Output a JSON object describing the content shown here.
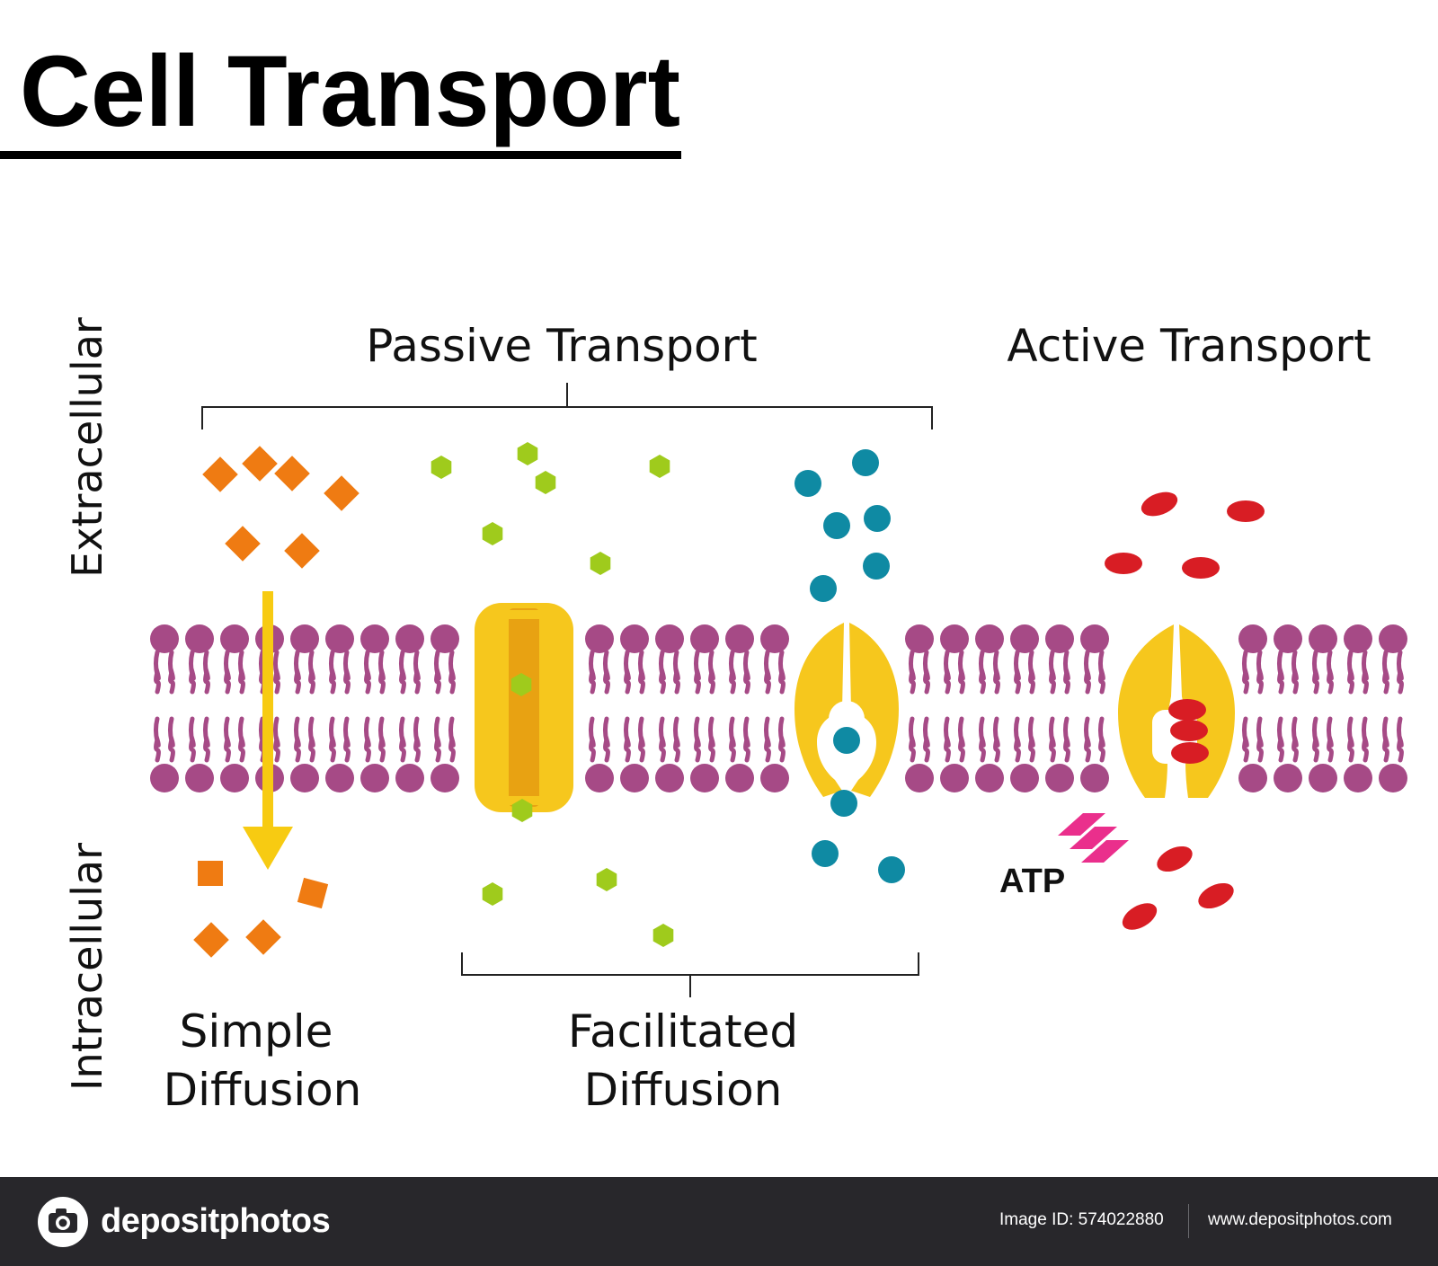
{
  "title": "Cell Transport",
  "side_labels": {
    "top": "Extracellular",
    "bottom": "Intracellular"
  },
  "groups": {
    "passive": "Passive Transport",
    "active": "Active Transport"
  },
  "mechanisms": {
    "simple_line1": "Simple",
    "simple_line2": "Diffusion",
    "facilitated_line1": "Facilitated",
    "facilitated_line2": "Diffusion"
  },
  "atp_label": "ATP",
  "colors": {
    "lipid": "#a64a86",
    "protein": "#f6c71d",
    "protein_dark": "#e8a212",
    "square_molecule": "#ef7b12",
    "hexagon_molecule": "#9fcb1c",
    "circle_molecule": "#0f8aa3",
    "oval_molecule": "#d81d24",
    "atp_arrow": "#ea2f8c",
    "diffusion_arrow": "#f7cb12",
    "footer_background": "#28272b"
  },
  "footer": {
    "brand": "depositphotos",
    "image_id": "Image ID: 574022880",
    "site": "www.depositphotos.com"
  }
}
